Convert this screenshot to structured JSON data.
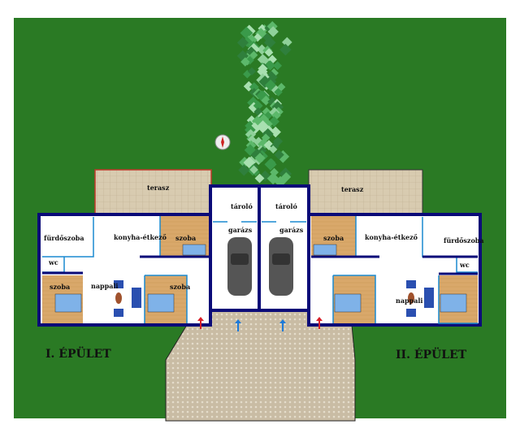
{
  "buildings": [
    {
      "title": "I. ÉPÜLET",
      "rooms": {
        "terrace": "terasz",
        "kitchen": "konyha-étkező",
        "bathroom": "fürdőszoba",
        "wc": "wc",
        "living": "nappali",
        "room": "szoba"
      }
    },
    {
      "title": "II. ÉPÜLET",
      "rooms": {
        "terrace": "terasz",
        "kitchen": "konyha-étkező",
        "bathroom": "fürdőszoba",
        "wc": "wc",
        "living": "nappali",
        "room": "szoba"
      }
    }
  ],
  "garage": {
    "storage": "tároló",
    "garage": "garázs"
  },
  "colors": {
    "grass": "#2a7a24",
    "wall": "#0a0a78",
    "floor_wood": "#d9a86a",
    "paving": "#cfc2a8",
    "entry_red": "#d8202a",
    "entry_blue": "#1e7ad8"
  }
}
